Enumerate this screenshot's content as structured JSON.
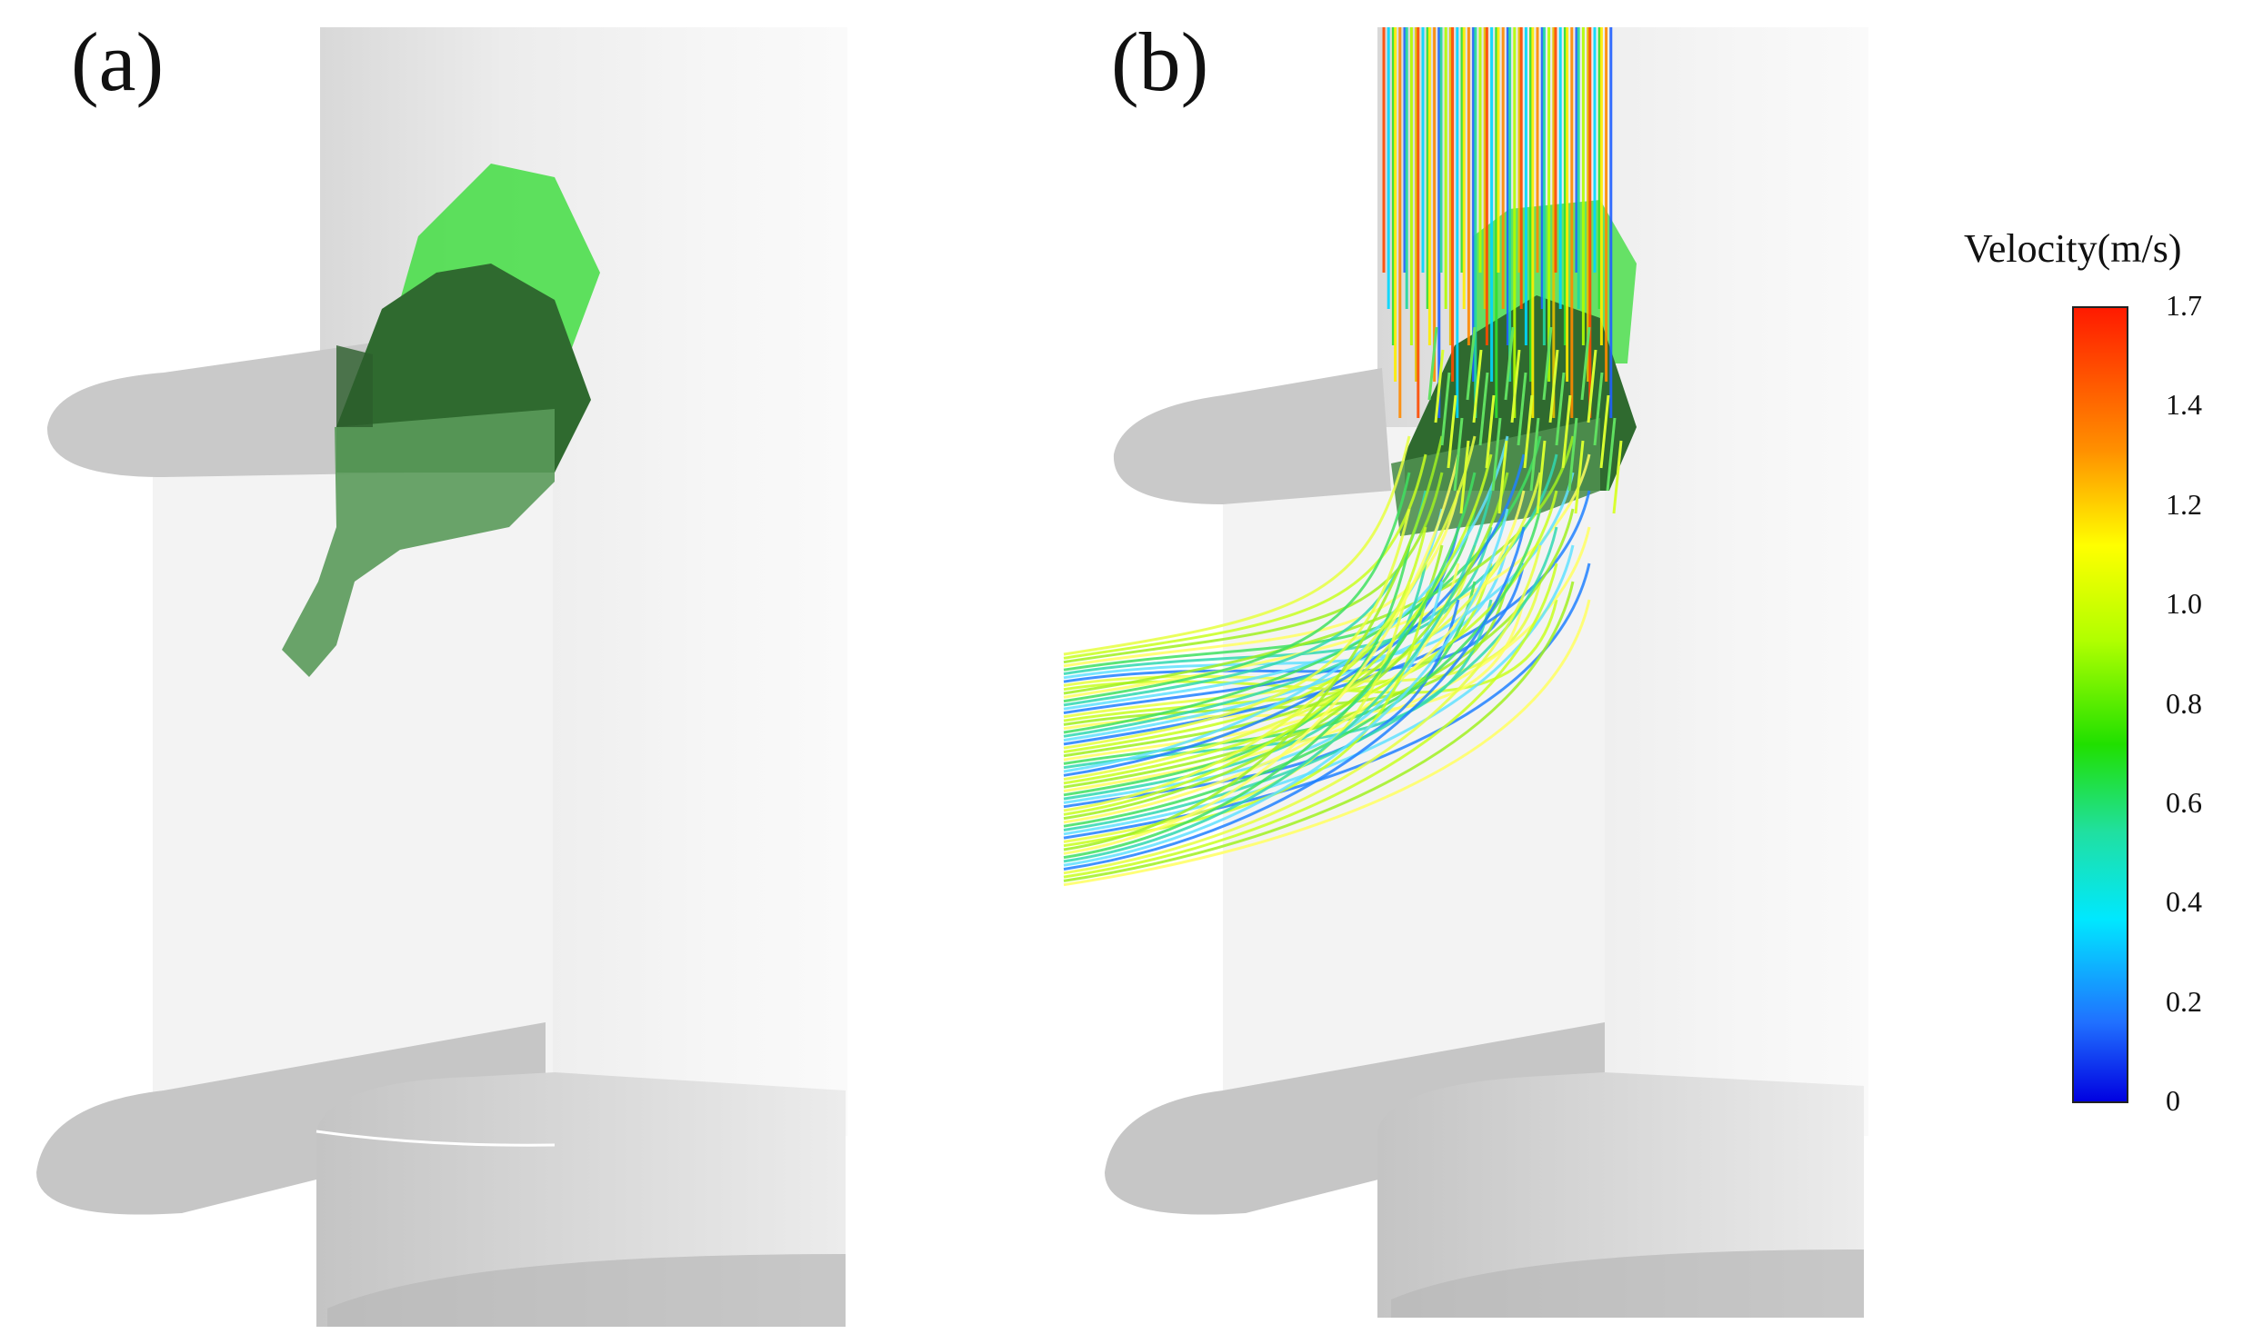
{
  "panels": [
    {
      "label": "(a)"
    },
    {
      "label": "(b)"
    }
  ],
  "colorbar": {
    "title": "Velocity(m/s)",
    "min": 0,
    "max": 1.7,
    "ticks": [
      "1.7",
      "1.4",
      "1.2",
      "1.0",
      "0.8",
      "0.6",
      "0.4",
      "0.2",
      "0"
    ],
    "colors": [
      "#ff2a00",
      "#ff9a00",
      "#ffff00",
      "#b8ff00",
      "#22e000",
      "#20e0a0",
      "#00e0ff",
      "#2080ff",
      "#0010e0"
    ]
  },
  "colors": {
    "cylinder_light": "#f4f4f4",
    "cylinder_shade": "#d4d4d4",
    "blade_shadow": "#c8c8c8",
    "volume_bright": "#3ddc3d",
    "volume_dark": "#2f6b2f",
    "volume_mid": "#4f8f4f"
  }
}
